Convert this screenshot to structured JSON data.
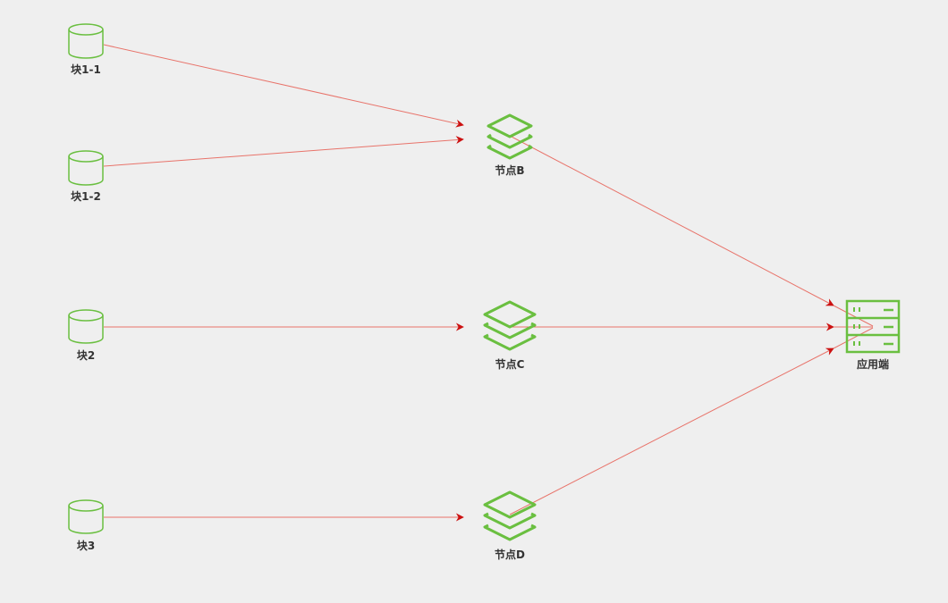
{
  "colors": {
    "background": "#efefef",
    "icon_stroke": "#6abf40",
    "edge_line": "#e8736a",
    "arrow_head": "#cc1111",
    "label_text": "#333333"
  },
  "nodes": {
    "block_1_1": {
      "label": "块1-1",
      "icon": "database-cylinder-icon"
    },
    "block_1_2": {
      "label": "块1-2",
      "icon": "database-cylinder-icon"
    },
    "block_2": {
      "label": "块2",
      "icon": "database-cylinder-icon"
    },
    "block_3": {
      "label": "块3",
      "icon": "database-cylinder-icon"
    },
    "node_b": {
      "label": "节点B",
      "icon": "layers-icon"
    },
    "node_c": {
      "label": "节点C",
      "icon": "layers-icon"
    },
    "node_d": {
      "label": "节点D",
      "icon": "layers-icon"
    },
    "app": {
      "label": "应用端",
      "icon": "server-rack-icon"
    }
  },
  "edges": [
    {
      "from": "块1-1",
      "to": "节点B"
    },
    {
      "from": "块1-2",
      "to": "节点B"
    },
    {
      "from": "块2",
      "to": "节点C"
    },
    {
      "from": "块3",
      "to": "节点D"
    },
    {
      "from": "节点B",
      "to": "应用端"
    },
    {
      "from": "节点C",
      "to": "应用端"
    },
    {
      "from": "节点D",
      "to": "应用端"
    }
  ]
}
